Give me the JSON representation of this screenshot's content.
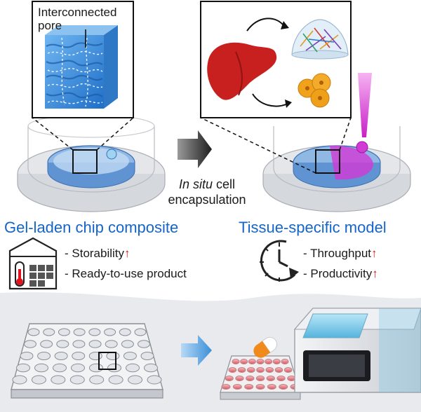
{
  "inset_left": {
    "label_line1": "Interconnected",
    "label_line2": "pore"
  },
  "transition": {
    "italic": "In situ",
    "rest": " cell",
    "line2": "encapsulation"
  },
  "left_panel": {
    "title": "Gel-laden chip composite",
    "features": [
      {
        "label": "- Storability",
        "arrow": "↑"
      },
      {
        "label": "- Ready-to-use product",
        "arrow": ""
      }
    ]
  },
  "right_panel": {
    "title": "Tissue-specific model",
    "features": [
      {
        "label": "- Throughput",
        "arrow": "↑"
      },
      {
        "label": "- Productivity",
        "arrow": "↑"
      }
    ]
  },
  "colors": {
    "title_blue": "#1565c9",
    "up_arrow": "#e0141c",
    "gel_blue": "#3d8fe0",
    "liver_red": "#c8201e",
    "cell_orange": "#f0a21c",
    "magenta": "#d23ad6",
    "bottom_band": "#e8eaee"
  },
  "icons": [
    "warehouse-icon",
    "thermometer-icon",
    "clock-icon",
    "liver-icon",
    "well-plate-icon",
    "plate-reader-icon",
    "capsule-icon"
  ]
}
